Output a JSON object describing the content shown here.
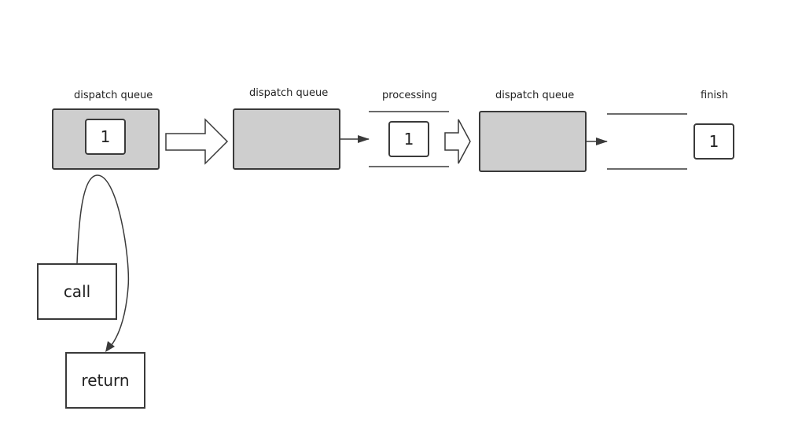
{
  "labels": {
    "queue1": "dispatch queue",
    "queue2": "dispatch queue",
    "processing": "processing",
    "queue3": "dispatch queue",
    "finish": "finish"
  },
  "items": {
    "in_queue1": "1",
    "processing": "1",
    "finished": "1"
  },
  "callstack": {
    "call": "call",
    "return": "return"
  },
  "colors": {
    "queue_fill": "#cecece",
    "stroke": "#3a3a3a"
  }
}
